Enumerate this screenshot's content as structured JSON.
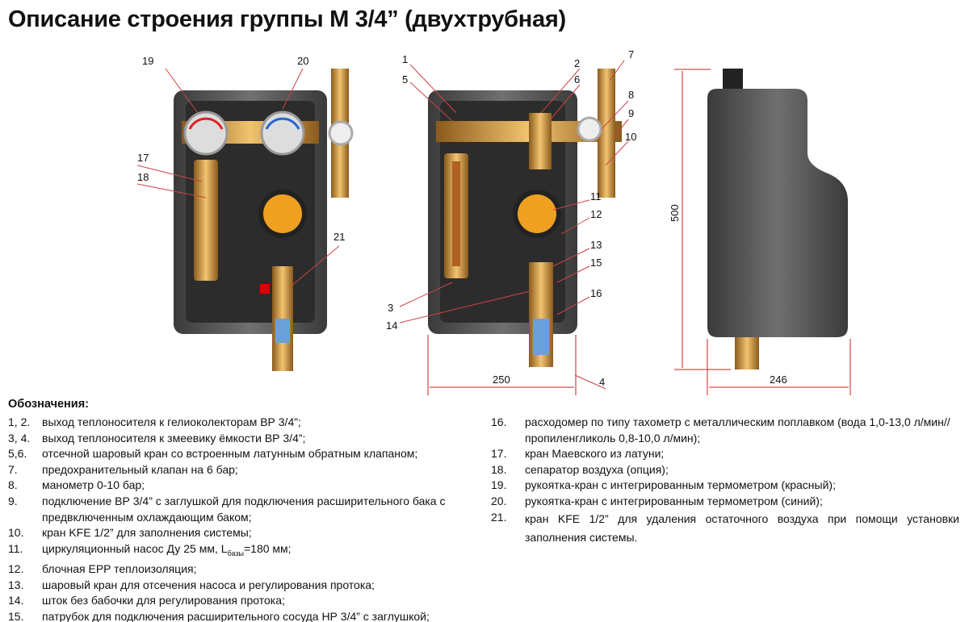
{
  "title": "Описание строения группы М 3/4” (двухтрубная)",
  "callouts": {
    "front": [
      "19",
      "20",
      "17",
      "18",
      "21"
    ],
    "middle": [
      "1",
      "5",
      "2",
      "6",
      "7",
      "8",
      "9",
      "10",
      "11",
      "12",
      "13",
      "15",
      "16",
      "3",
      "14",
      "4"
    ],
    "dims": {
      "width_middle": "250",
      "width_side": "246",
      "height_side": "500"
    }
  },
  "legend": {
    "title": "Обозначения:",
    "left": [
      {
        "num": "1, 2.",
        "text": "выход теплоносителя к гелиоколекторам ВР 3/4”;"
      },
      {
        "num": "3, 4.",
        "text": "выход теплоносителя к змеевику ёмкости ВР 3/4”;"
      },
      {
        "num": "5,6.",
        "text": "отсечной шаровый кран со встроенным латунным обратным клапаном;"
      },
      {
        "num": "7.",
        "text": "предохранительный клапан на 6 бар;"
      },
      {
        "num": "8.",
        "text": "манометр 0-10 бар;"
      },
      {
        "num": "9.",
        "text": "подключение ВР 3/4” с заглушкой для подключения расширительного бака с предвключенным охлаждающим баком;"
      },
      {
        "num": "10.",
        "text": "кран KFE 1/2” для заполнения системы;"
      },
      {
        "num": "11.",
        "text": "циркуляционный насос Ду 25 мм, L",
        "sub": "базы",
        "text2": "=180 мм;"
      },
      {
        "num": "12.",
        "text": "блочная EPP теплоизоляция;"
      },
      {
        "num": "13.",
        "text": "шаровый кран для отсечения насоса и регулирования протока;"
      },
      {
        "num": "14.",
        "text": "шток без бабочки для регулирования протока;"
      },
      {
        "num": "15.",
        "text": "патрубок для подключения расширительного сосуда  НР 3/4” с заглушкой;"
      }
    ],
    "right": [
      {
        "num": "16.",
        "text": "расходомер по типу тахометр с металлическим поплавком (вода 1,0-13,0 л/мин// пропиленгликоль 0,8-10,0 л/мин);"
      },
      {
        "num": "17.",
        "text": "кран Маевского из латуни;"
      },
      {
        "num": "18.",
        "text": "сепаратор воздуха (опция);"
      },
      {
        "num": "19.",
        "text": "рукоятка-кран с интегрированным термометром (красный);"
      },
      {
        "num": "20.",
        "text": "рукоятка-кран с интегрированным термометром (синий);"
      },
      {
        "num": "21.",
        "text": "кран KFE 1/2” для удаления остаточного воздуха при помощи установки заполнения системы."
      }
    ]
  }
}
